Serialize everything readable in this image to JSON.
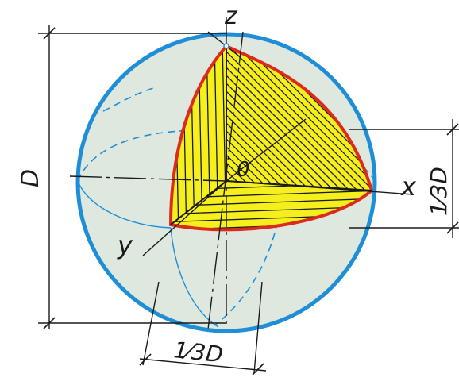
{
  "labels": {
    "z": "z",
    "x": "x",
    "y": "y",
    "origin": "0",
    "diameter": "D",
    "third_right": "1⁄3D",
    "third_bottom": "1⁄3D"
  },
  "colors": {
    "sphere_fill": "#dfe8df",
    "sphere_outline": "#1e8fd6",
    "hidden_lines": "#1e8fd6",
    "section_fill": "#f6ef1e",
    "section_outline": "#dc2a1c",
    "hatch": "#1a1a1a",
    "dimension_lines": "#1a1a1a"
  }
}
